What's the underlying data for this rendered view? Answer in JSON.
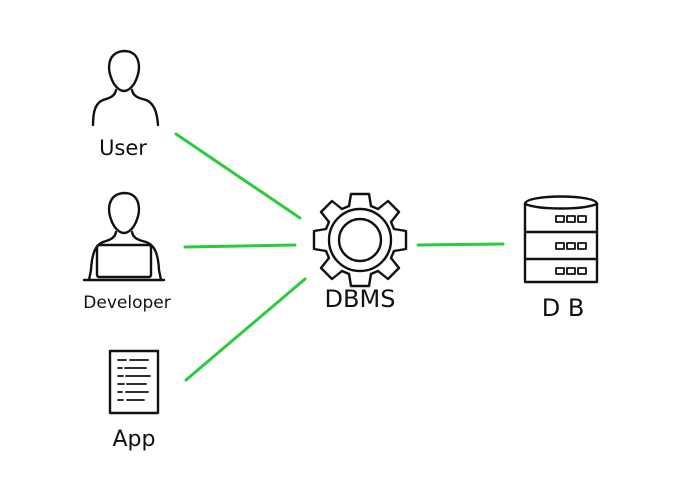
{
  "nodes": {
    "user": {
      "label": "User"
    },
    "developer": {
      "label": "Developer"
    },
    "app": {
      "label": "App"
    },
    "dbms": {
      "label": "DBMS"
    },
    "db": {
      "label": "D B"
    }
  },
  "colors": {
    "connector": "#2bcb3d",
    "ink": "#111111",
    "background": "#ffffff"
  },
  "icons": {
    "user": "person-icon",
    "developer": "person-laptop-icon",
    "app": "document-icon",
    "dbms": "gear-icon",
    "db": "database-icon"
  }
}
